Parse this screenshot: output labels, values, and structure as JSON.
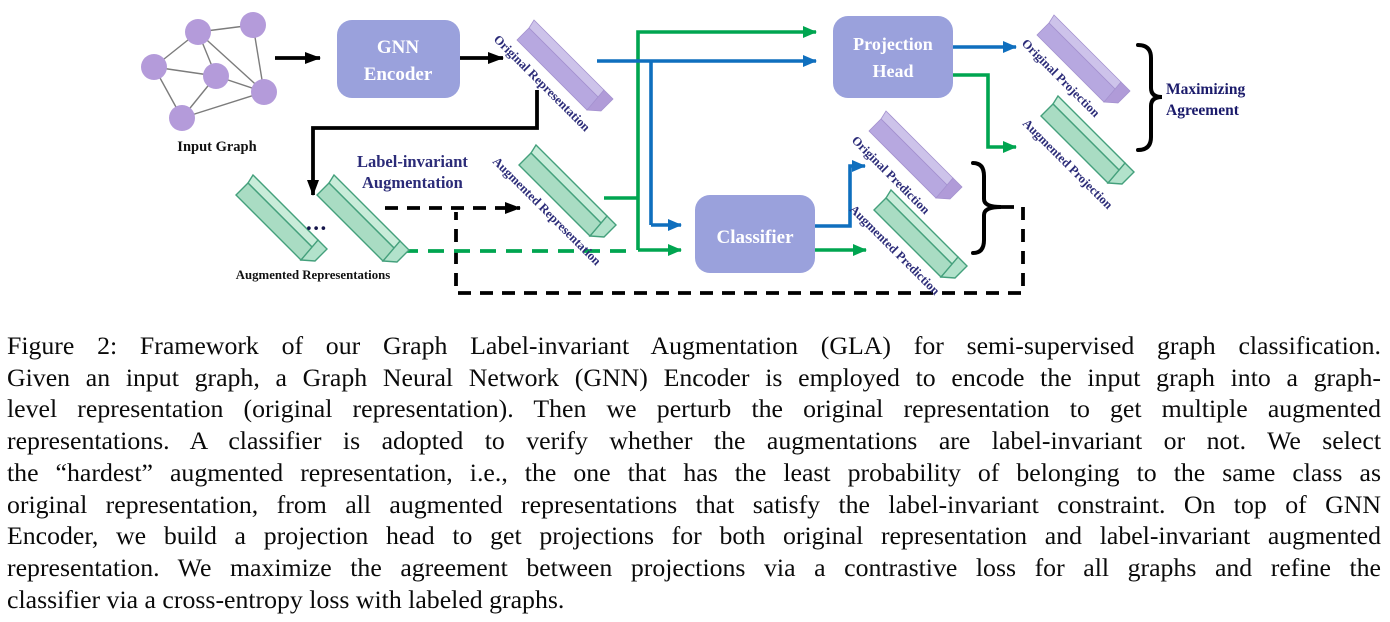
{
  "figure": {
    "input_graph": {
      "label": "Input Graph"
    },
    "gnn_encoder": {
      "label_line1": "GNN",
      "label_line2": "Encoder"
    },
    "projection_head": {
      "label_line1": "Projection",
      "label_line2": "Head"
    },
    "classifier": {
      "label": "Classifier"
    },
    "augmentation_label": {
      "line1": "Label-invariant",
      "line2": "Augmentation"
    },
    "bars": {
      "original_representation": "Original Representation",
      "augmented_representation": "Augmented Representation",
      "augmented_representations_group": "Augmented Representations",
      "ellipsis": "...",
      "original_prediction": "Original Prediction",
      "augmented_prediction": "Augmented Prediction",
      "original_projection": "Original Projection",
      "augmented_projection": "Augmented Projection"
    },
    "maximizing_agreement": {
      "line1": "Maximizing",
      "line2": "Agreement"
    },
    "colors": {
      "purple_face": "#b7a8e0",
      "purple_top": "#cdc3ea",
      "purple_cap": "#b09bd8",
      "purple_edge": "#a491cf",
      "green_face": "#a9dcc3",
      "green_top": "#c8ecd9",
      "green_cap": "#b2e2cb",
      "green_edge": "#44a07c",
      "box_fill": "#9aa1dc",
      "box_text": "#ffffff",
      "node_fill": "#b49bda",
      "graph_edge": "#7c7c7c",
      "line_green": "#00a550",
      "line_blue": "#0f6fbe",
      "line_black": "#000000",
      "label_navy": "#2b2b78",
      "agreement_navy": "#1b1b6b",
      "ellipsis_color": "#15154a",
      "group_label_color": "#111111"
    }
  },
  "caption": {
    "lines": [
      "Figure 2: Framework of our Graph Label-invariant Augmentation (GLA) for semi-supervised graph classification.",
      "Given an input graph, a Graph Neural Network (GNN) Encoder is employed to encode the input graph into a graph-",
      "level representation (original representation). Then we perturb the original representation to get multiple augmented",
      "representations.  A classifier is adopted to verify whether the augmentations are label-invariant or not.  We select",
      "the “hardest” augmented representation, i.e., the one that has the least probability of belonging to the same class as",
      "original representation, from all augmented representations that satisfy the label-invariant constraint. On top of GNN",
      "Encoder, we build a projection head to get projections for both original representation and label-invariant augmented",
      "representation.  We maximize the agreement between projections via a contrastive loss for all graphs and refine the",
      "classifier via a cross-entropy loss with labeled graphs."
    ]
  }
}
